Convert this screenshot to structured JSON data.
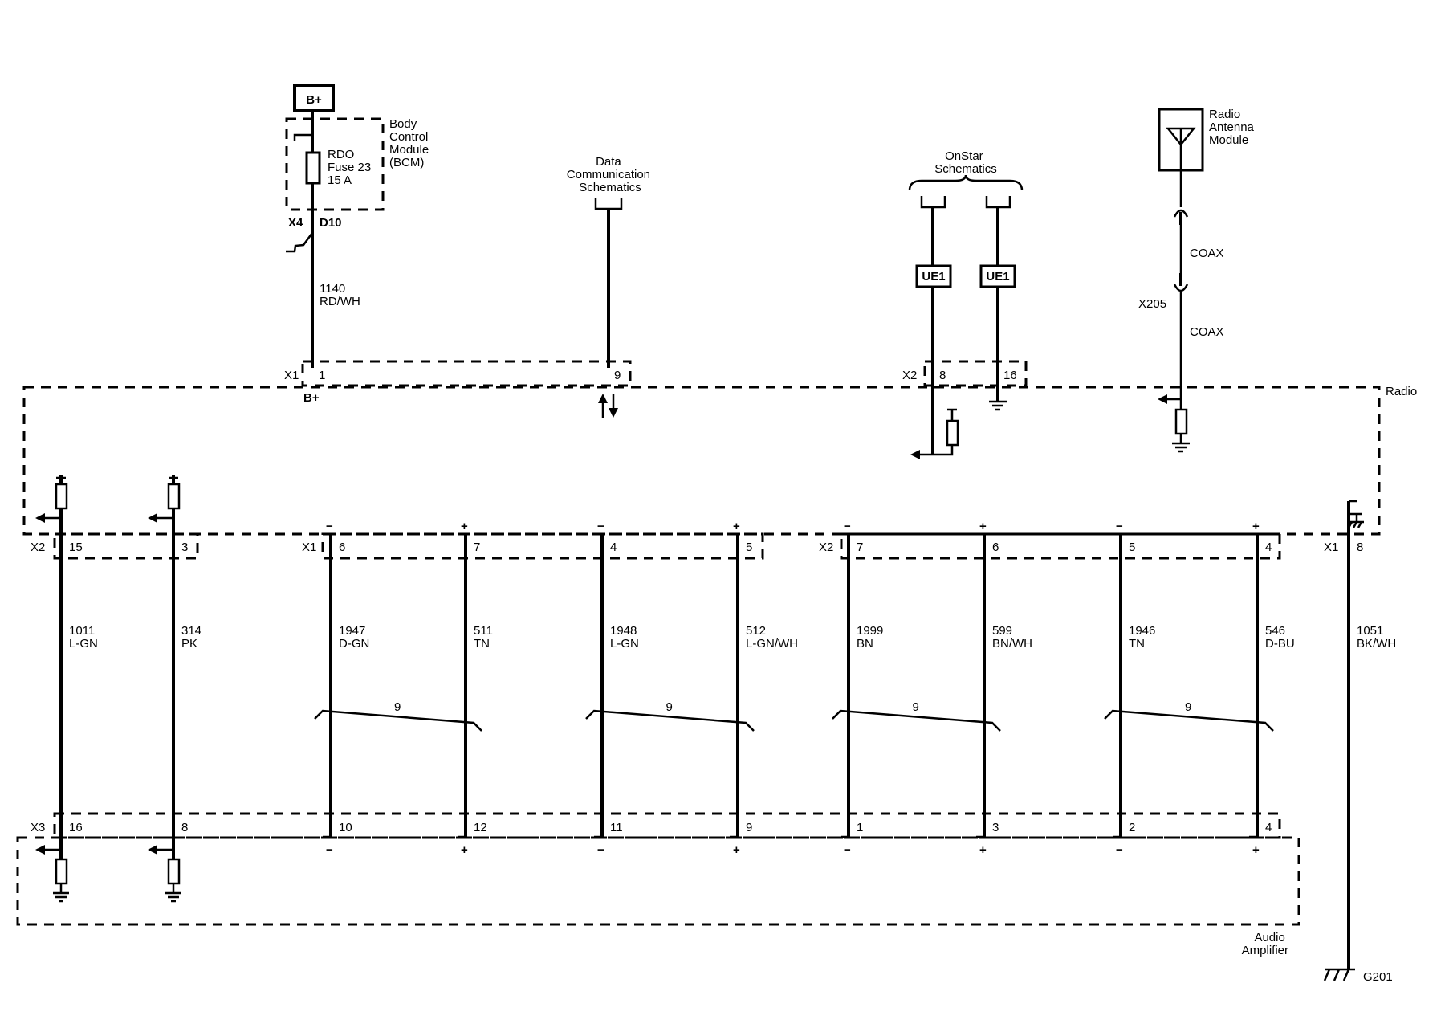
{
  "power": {
    "label": "B+"
  },
  "bcm": {
    "name_lines": [
      "Body",
      "Control",
      "Module",
      "(BCM)"
    ],
    "fuse_lines": [
      "RDO",
      "Fuse 23",
      "15 A"
    ],
    "connector": "X4",
    "pin": "D10"
  },
  "wire_1140": {
    "circuit": "1140",
    "color": "RD/WH"
  },
  "radio_top": {
    "x1_label": "X1",
    "x1_pin_1": "1",
    "x1_pin_9": "9",
    "bplus": "B+",
    "x2_label": "X2",
    "x2_pin_8": "8",
    "x2_pin_16": "16",
    "module_label": "Radio"
  },
  "data_comm": {
    "lines": [
      "Data",
      "Communication",
      "Schematics"
    ]
  },
  "onstar": {
    "lines": [
      "OnStar",
      "Schematics"
    ],
    "ue_label": "UE1"
  },
  "antenna": {
    "lines": [
      "Radio",
      "Antenna",
      "Module"
    ],
    "coax_upper": "COAX",
    "coax_lower": "COAX",
    "connector": "X205"
  },
  "radio_bottom": {
    "x2_left": "X2",
    "x1_mid": "X1",
    "x2_mid": "X2",
    "x1_right": "X1",
    "pins": [
      "15",
      "3",
      "6",
      "7",
      "4",
      "5",
      "7",
      "6",
      "5",
      "4",
      "8"
    ]
  },
  "wires": [
    {
      "circuit": "1011",
      "color": "L-GN"
    },
    {
      "circuit": "314",
      "color": "PK"
    },
    {
      "circuit": "1947",
      "color": "D-GN"
    },
    {
      "circuit": "511",
      "color": "TN"
    },
    {
      "circuit": "1948",
      "color": "L-GN"
    },
    {
      "circuit": "512",
      "color": "L-GN/WH"
    },
    {
      "circuit": "1999",
      "color": "BN"
    },
    {
      "circuit": "599",
      "color": "BN/WH"
    },
    {
      "circuit": "1946",
      "color": "TN"
    },
    {
      "circuit": "546",
      "color": "D-BU"
    },
    {
      "circuit": "1051",
      "color": "BK/WH"
    }
  ],
  "twist_label": "9",
  "amplifier": {
    "connector": "X3",
    "pins": [
      "16",
      "8",
      "10",
      "12",
      "11",
      "9",
      "1",
      "3",
      "2",
      "4"
    ],
    "name_lines": [
      "Audio",
      "Amplifier"
    ]
  },
  "ground": {
    "label": "G201"
  }
}
